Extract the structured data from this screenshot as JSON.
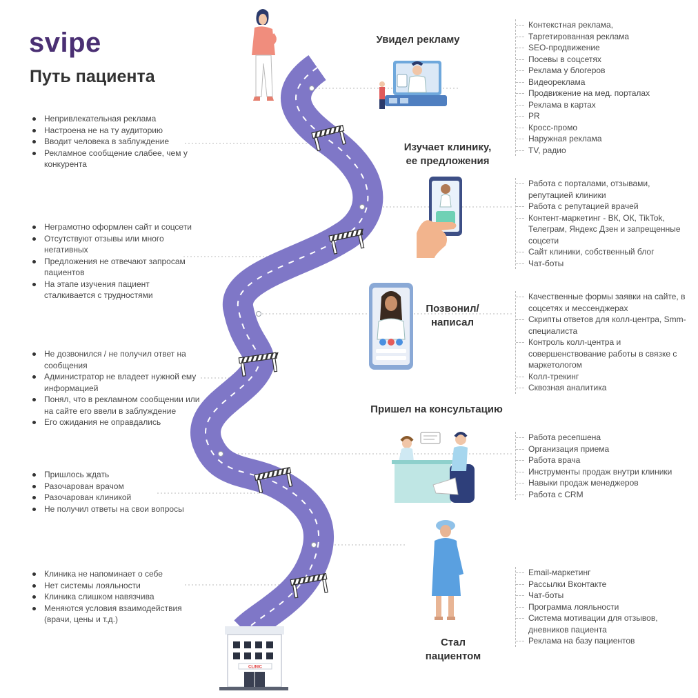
{
  "brand": {
    "logo": "svipe",
    "title": "Путь пациента"
  },
  "colors": {
    "road": "#7f77c7",
    "road_edge": "#6d65b8",
    "brand": "#4a2f73",
    "accent_blue": "#2e5f9e"
  },
  "stages": [
    {
      "title": "Увидел рекламу"
    },
    {
      "title": "Изучает клинику,\nее предложения"
    },
    {
      "title": "Позвонил/\nнаписал"
    },
    {
      "title": "Пришел на консультацию"
    },
    {
      "title": "Стал\nпациентом"
    }
  ],
  "tools": [
    [
      "Контекстная реклама,",
      "Таргетированная реклама",
      "SEO-продвижение",
      "Посевы в соцсетях",
      "Реклама у блогеров",
      "Видеореклама",
      "Продвижение на мед. порталах",
      "Реклама в картах",
      "PR",
      "Кросс-промо",
      "Наружная реклама",
      "TV, радио"
    ],
    [
      "Работа с порталами, отзывами, репутацией клиники",
      "Работа с репутацией врачей",
      "Контент-маркетинг - ВК, ОК, TikTok, Телеграм, Яндекс Дзен и запрещенные соцсети",
      "Сайт клиники, собственный блог",
      "Чат-боты"
    ],
    [
      "Качественные формы заявки на сайте, в соцсетях и мессенджерах",
      "Скрипты ответов для колл-центра, Smm-специалиста",
      "Контроль колл-центра и совершенствование работы в связке с маркетологом",
      "Колл-трекинг",
      "Сквозная аналитика"
    ],
    [
      "Работа ресепшена",
      "Организация приема",
      "Работа врача",
      "Инструменты продаж внутри клиники",
      "Навыки продаж менеджеров",
      "Работа с CRM"
    ],
    [
      "Email-маркетинг",
      "Рассылки Вконтакте",
      "Чат-боты",
      "Программа лояльности",
      "Система мотивации для отзывов, дневников пациента",
      "Реклама на базу пациентов"
    ]
  ],
  "problems": [
    [
      "Непривлекательная реклама",
      "Настроена не на ту аудиторию",
      "Вводит человека в заблуждение",
      "Рекламное сообщение слабее, чем у конкурента"
    ],
    [
      "Неграмотно оформлен сайт и соцсети",
      "Отсутствуют отзывы или много негативных",
      "Предложения не отвечают запросам пациентов",
      "На этапе изучения пациент сталкивается с трудностями"
    ],
    [
      "Не дозвонился / не получил ответ на сообщения",
      "Администратор не владеет нужной ему информацией",
      "Понял, что в рекламном сообщении или на сайте его ввели в заблуждение",
      "Его ожидания не оправдались"
    ],
    [
      "Пришлось ждать",
      "Разочарован врачом",
      "Разочарован клиникой",
      "Не получил ответы на свои вопросы"
    ],
    [
      "Клиника не напоминает о себе",
      "Нет системы лояльности",
      "Клиника слишком навязчива",
      "Меняются условия взаимодействия (врачи, цены и т.д.)"
    ]
  ],
  "clinic": {
    "sign": "CLINIC"
  }
}
